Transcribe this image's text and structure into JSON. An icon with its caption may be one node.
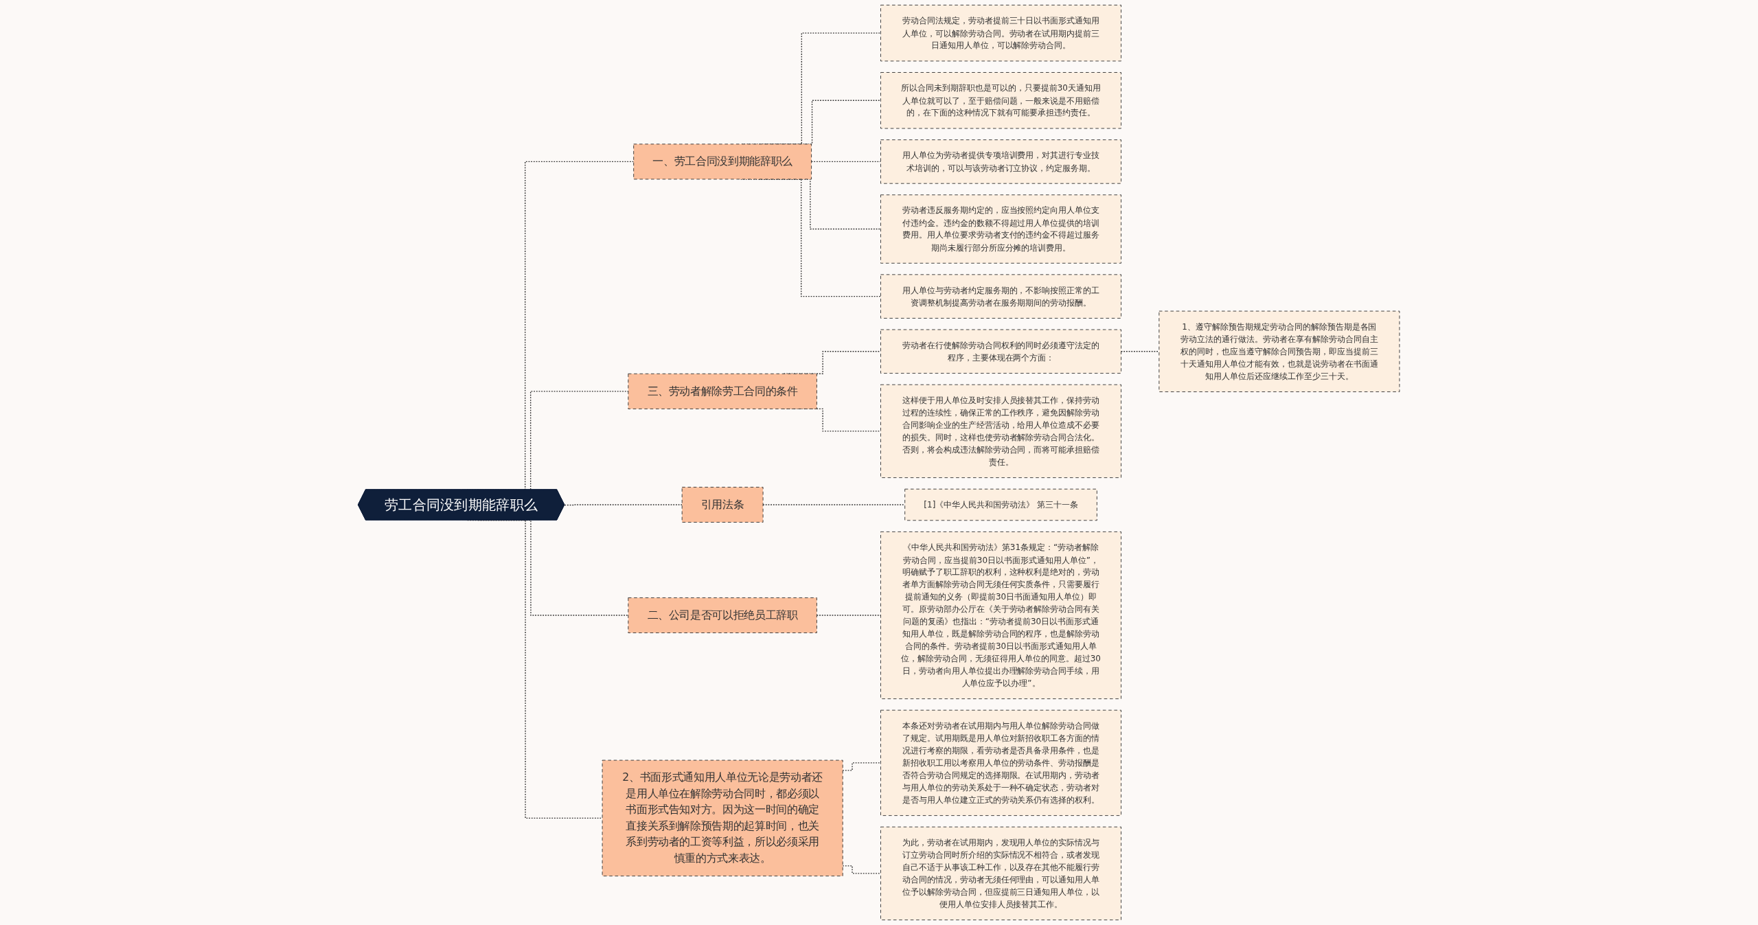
{
  "diagram": {
    "nodes": [
      {
        "text": [
          "劳工合同没到期能辞职么"
        ]
      },
      {
        "text": [
          "一、劳工合同没到期能辞职么"
        ]
      },
      {
        "text": [
          "劳动合同法规定，劳动者提前三十日以书面形式通知用人单位，可以解除劳动合同。劳动者在试用期内提前三日通知用人单位，可以解除劳动合同。"
        ]
      },
      {
        "text": [
          "所以合同未到期辞职也是可以的，只要提前30天通知用人单位就可以了，至于赔偿问题，一般来说是不用赔偿的，在下面的这种情况下就有可能要承担违约责任。"
        ]
      },
      {
        "text": [
          "用人单位为劳动者提供专项培训费用，对其进行专业技术培训的，可以与该劳动者订立协议，约定服务期。"
        ]
      },
      {
        "text": [
          "劳动者违反服务期约定的，应当按照约定向用人单位支付违约金。违约金的数额不得超过用人单位提供的培训费用。用人单位要求劳动者支付的违约金不得超过服务期尚未履行部分所应分摊的培训费用。"
        ]
      },
      {
        "text": [
          "用人单位与劳动者约定服务期的，不影响按照正常的工资调整机制提高劳动者在服务期期间的劳动报酬。"
        ]
      },
      {
        "text": [
          "三、劳动者解除劳工合同的条件"
        ]
      },
      {
        "text": [
          "劳动者在行使解除劳动合同权利的同时必须遵守法定的程序，主要体现在两个方面："
        ]
      },
      {
        "text": [
          "1、遵守解除预告期规定劳动合同的解除预告期是各国劳动立法的通行做法。劳动者在享有解除劳动合同自主权的同时，也应当遵守解除合同预告期，即应当提前三十天通知用人单位才能有效，也就是说劳动者在书面通知用人单位后还应继续工作至少三十天。"
        ]
      },
      {
        "text": [
          "这样便于用人单位及时安排人员接替其工作，保持劳动过程的连续性，确保正常的工作秩序，避免因解除劳动合同影响企业的生产经营活动，给用人单位造成不必要的损失。同时，这样也使劳动者解除劳动合同合法化。否则，将会构成违法解除劳动合同，而将可能承担赔偿责任。"
        ]
      },
      {
        "text": [
          "引用法条"
        ]
      },
      {
        "text": [
          "[1]《中华人民共和国劳动法》 第三十一条"
        ]
      },
      {
        "text": [
          "二、公司是否可以拒绝员工辞职"
        ]
      },
      {
        "text": [
          "《中华人民共和国劳动法》第31条规定：“劳动者解除劳动合同，应当提前30日以书面形式通知用人单位”，明确赋予了职工辞职的权利，这种权利是绝对的，劳动者单方面解除劳动合同无须任何实质条件，只需要履行提前通知的义务（即提前30日书面通知用人单位）即可。原劳动部办公厅在《关于劳动者解除劳动合同有关问题的复函》也指出：“劳动者提前30日以书面形式通知用人单位，既是解除劳动合同的程序，也是解除劳动合同的条件。劳动者提前30日以书面形式通知用人单位，解除劳动合同，无须征得用人单位的同意。超过30日，劳动者向用人单位提出办理解除劳动合同手续，用人单位应予以办理”。"
        ]
      },
      {
        "text": [
          "2、书面形式通知用人单位无论是劳动者还是用人单位在解除劳动合同时，都必须以书面形式告知对方。因为这一时间的确定直接关系到解除预告期的起算时间，也关系到劳动者的工资等利益，所以必须采用慎重的方式来表达。"
        ]
      },
      {
        "text": [
          "本条还对劳动者在试用期内与用人单位解除劳动合同做了规定。试用期既是用人单位对新招收职工各方面的情况进行考察的期限，看劳动者是否具备录用条件，也是新招收职工用以考察用人单位的劳动条件、劳动报酬是否符合劳动合同规定的选择期限。在试用期内，劳动者与用人单位的劳动关系处于一种不确定状态，劳动者对是否与用人单位建立正式的劳动关系仍有选择的权利。"
        ]
      },
      {
        "text": [
          "为此，劳动者在试用期内，发现用人单位的实际情况与订立劳动合同时所介绍的实际情况不相符合，或者发现自己不适于从事该工种工作，以及存在其他不能履行劳动合同的情况，劳动者无须任何理由，可以通知用人单位予以解除劳动合同，但应提前三日通知用人单位，以便用人单位安排人员接替其工作。"
        ]
      }
    ],
    "edges": [
      {
        "from": 0,
        "to": 1,
        "arrow": "none",
        "style": "dashed"
      },
      {
        "from": 1,
        "to": 2,
        "arrow": "none",
        "style": "dashed"
      },
      {
        "from": 1,
        "to": 3,
        "arrow": "none",
        "style": "dashed"
      },
      {
        "from": 1,
        "to": 4,
        "arrow": "none",
        "style": "dashed"
      },
      {
        "from": 1,
        "to": 5,
        "arrow": "none",
        "style": "dashed"
      },
      {
        "from": 1,
        "to": 6,
        "arrow": "none",
        "style": "dashed"
      },
      {
        "from": 0,
        "to": 7,
        "arrow": "none",
        "style": "dashed"
      },
      {
        "from": 7,
        "to": 8,
        "arrow": "none",
        "style": "dashed"
      },
      {
        "from": 8,
        "to": 9,
        "arrow": "none",
        "style": "dashed"
      },
      {
        "from": 7,
        "to": 10,
        "arrow": "none",
        "style": "dashed"
      },
      {
        "from": 0,
        "to": 11,
        "arrow": "none",
        "style": "dashed"
      },
      {
        "from": 11,
        "to": 12,
        "arrow": "none",
        "style": "dashed"
      },
      {
        "from": 0,
        "to": 13,
        "arrow": "none",
        "style": "dashed"
      },
      {
        "from": 13,
        "to": 14,
        "arrow": "none",
        "style": "dashed"
      },
      {
        "from": 0,
        "to": 15,
        "arrow": "none",
        "style": "dashed"
      },
      {
        "from": 15,
        "to": 16,
        "arrow": "none",
        "style": "dashed"
      },
      {
        "from": 15,
        "to": 17,
        "arrow": "none",
        "style": "dashed"
      }
    ]
  }
}
